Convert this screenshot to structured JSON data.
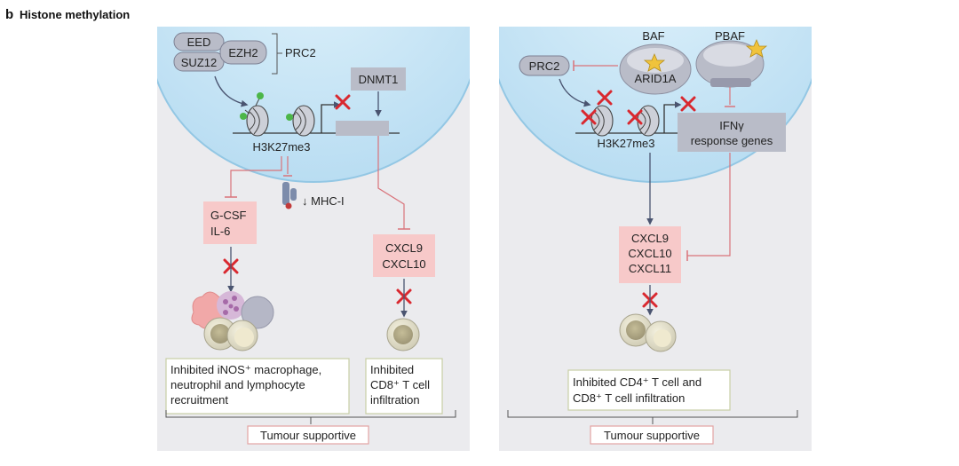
{
  "figure": {
    "panel_letter": "b",
    "title": "Histone methylation"
  },
  "left_panel": {
    "proteins": {
      "eed": "EED",
      "ezh2": "EZH2",
      "suz12": "SUZ12"
    },
    "complex_label": "PRC2",
    "dnmt1": "DNMT1",
    "h3k27me3": "H3K27me3",
    "mhc": "↓ MHC-I",
    "gcsf_il6": [
      "G-CSF",
      "IL-6"
    ],
    "cxcl": [
      "CXCL9",
      "CXCL10"
    ],
    "outcome_left": [
      "Inhibited iNOS⁺ macrophage,",
      "neutrophil and lymphocyte",
      "recruitment"
    ],
    "outcome_right": [
      "Inhibited",
      "CD8⁺ T cell",
      "infiltration"
    ],
    "summary": "Tumour supportive"
  },
  "right_panel": {
    "baf": "BAF",
    "pbaf": "PBAF",
    "arid1a": "ARID1A",
    "prc2": "PRC2",
    "h3k27me3": "H3K27me3",
    "ifng": [
      "IFNγ",
      "response genes"
    ],
    "cxcl": [
      "CXCL9",
      "CXCL10",
      "CXCL11"
    ],
    "outcome": [
      "Inhibited CD4⁺ T cell and",
      "CD8⁺ T cell infiltration"
    ],
    "summary": "Tumour supportive"
  },
  "colors": {
    "nucleus": "#c9e6f6",
    "nucleus_edge": "#8fc8e8",
    "cell_bg": "#ebebee",
    "pink_box": "#f7c9c9",
    "grey_box": "#b9bcc8",
    "red": "#d9282f",
    "arrow": "#4a5470",
    "inhibit": "#d9737a"
  }
}
